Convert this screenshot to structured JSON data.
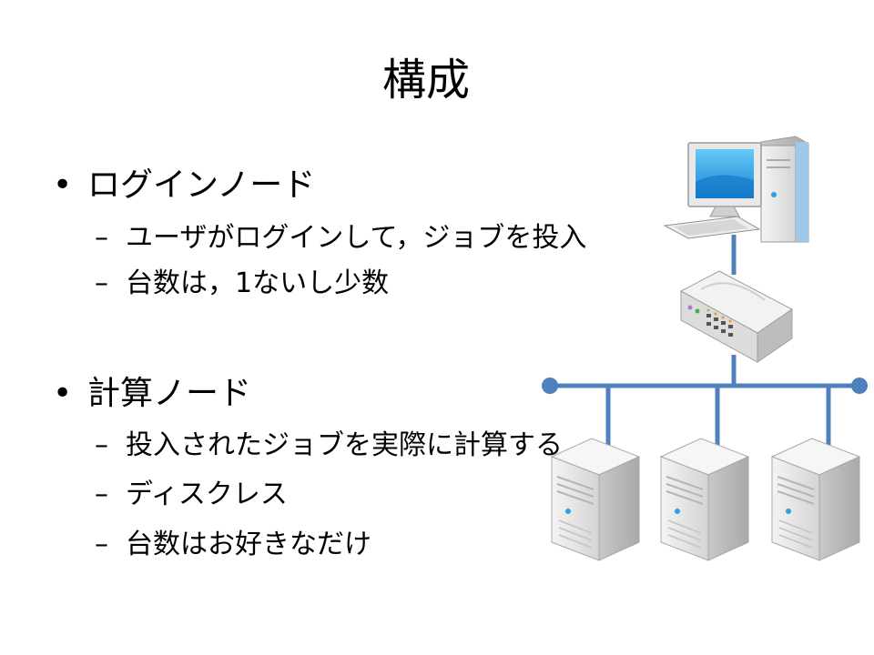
{
  "slide": {
    "title": "構成",
    "login": {
      "bullet": "•",
      "heading": "ログインノード",
      "items": [
        {
          "dash": "–",
          "text": "ユーザがログインして，ジョブを投入"
        },
        {
          "dash": "–",
          "text": "台数は，1ないし少数"
        }
      ]
    },
    "compute": {
      "bullet": "•",
      "heading": "計算ノード",
      "items": [
        {
          "dash": "–",
          "text": "投入されたジョブを実際に計算する"
        },
        {
          "dash": "–",
          "text": "ディスクレス"
        },
        {
          "dash": "–",
          "text": "台数はお好きなだけ"
        }
      ]
    }
  },
  "colors": {
    "network_line": "#4f81bd",
    "server_body": "#e6e6e6",
    "screen": "#2aa0e6"
  },
  "icons": [
    "desktop-computer-icon",
    "network-switch-icon",
    "server-icon"
  ]
}
